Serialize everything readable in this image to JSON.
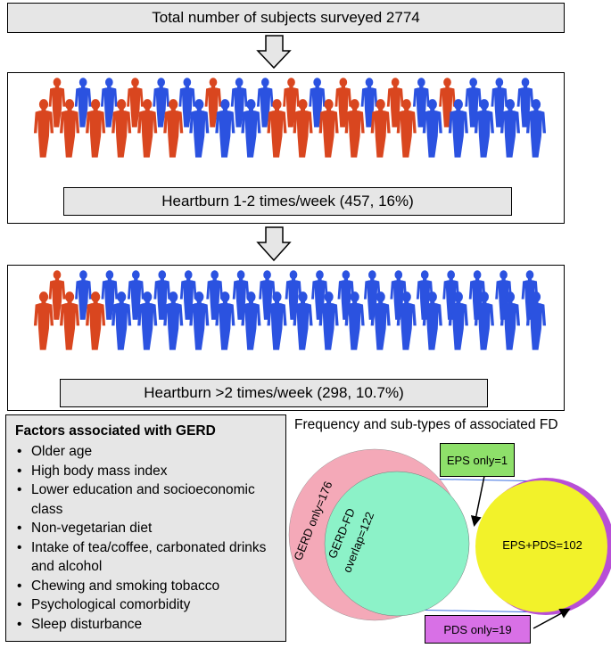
{
  "header": {
    "total_label": "Total number of subjects surveyed 2774"
  },
  "panel1": {
    "caption": "Heartburn 1-2 times/week (457, 16%)"
  },
  "panel2": {
    "caption": "Heartburn >2 times/week (298, 10.7%)"
  },
  "factors": {
    "title": "Factors associated with GERD",
    "items": [
      "Older age",
      "High body mass index",
      "Lower education and socioeconomic class",
      "Non-vegetarian diet",
      "Intake of tea/coffee, carbonated drinks and alcohol",
      "Chewing and smoking tobacco",
      "Psychological comorbidity",
      "Sleep disturbance"
    ]
  },
  "fd": {
    "title": "Frequency and sub-types of associated FD",
    "gerd_only": "GERD only=176",
    "overlap_line1": "GERD-FD",
    "overlap_line2": "overlap=122",
    "eps_pds": "EPS+PDS=102",
    "eps_only": "EPS only=1",
    "pds_only": "PDS only=19"
  },
  "colors": {
    "red_figure": "#d9461f",
    "blue_figure": "#2b52e0",
    "gerd_only_circle": "#f4a9b8",
    "overlap_circle": "#8cf2c8",
    "eps_pds_circle": "#f2f22a",
    "pds_edge": "#b84fd6",
    "eps_only_box": "#8ee06a",
    "pds_only_box": "#d870e6"
  }
}
